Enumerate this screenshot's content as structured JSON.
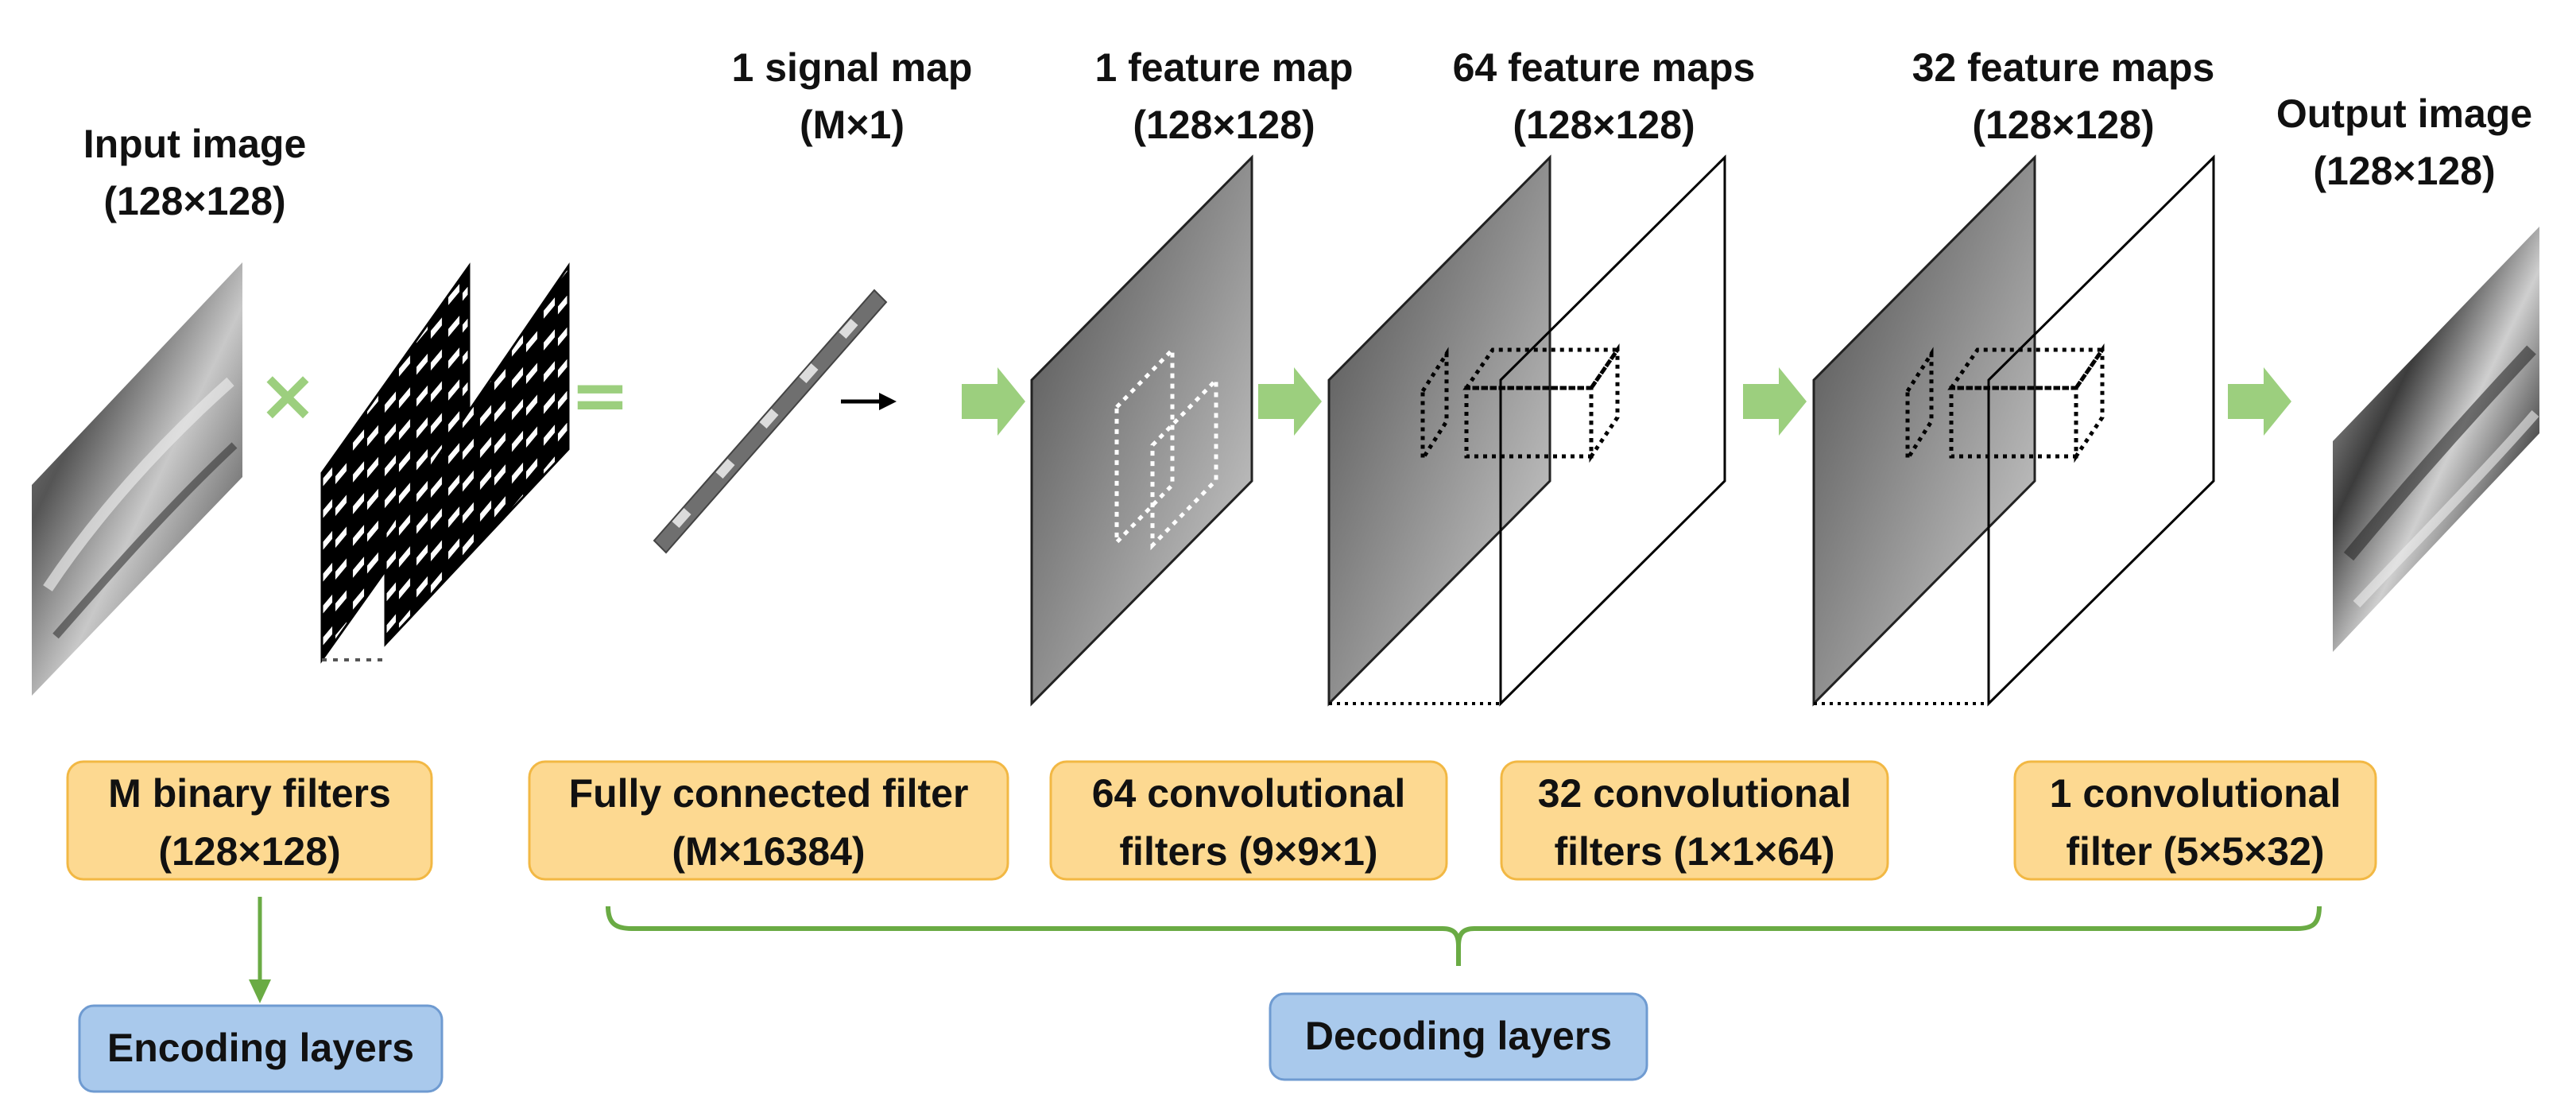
{
  "colors": {
    "filter_box_fill": "#fdd991",
    "filter_box_stroke": "#f2b844",
    "layer_box_fill": "#a9c9ec",
    "layer_box_stroke": "#6f9bd1",
    "flow_arrow": "#9ccf7e",
    "green_line": "#6aab44",
    "plane_dark": "#555555",
    "plane_light": "#cfcfcf"
  },
  "top_labels": {
    "input_line1": "Input image",
    "input_line2": "(128×128)",
    "signal_line1": "1 signal map",
    "signal_line2": "(M×1)",
    "feat1_line1": "1 feature map",
    "feat1_line2": "(128×128)",
    "feat64_line1": "64 feature maps",
    "feat64_line2": "(128×128)",
    "feat32_line1": "32 feature maps",
    "feat32_line2": "(128×128)",
    "output_line1": "Output image",
    "output_line2": "(128×128)"
  },
  "operators": {
    "multiply": "×",
    "equals": "="
  },
  "filter_boxes": [
    {
      "line1": "M binary filters",
      "line2": "(128×128)"
    },
    {
      "line1": "Fully connected filter",
      "line2": "(M×16384)"
    },
    {
      "line1": "64 convolutional",
      "line2": "filters (9×9×1)"
    },
    {
      "line1": "32 convolutional",
      "line2": "filters (1×1×64)"
    },
    {
      "line1": "1 convolutional",
      "line2": "filter (5×5×32)"
    }
  ],
  "layer_boxes": {
    "encoding": "Encoding layers",
    "decoding": "Decoding layers"
  },
  "icons": {
    "flow_arrow": "block-arrow-right-icon",
    "small_arrow": "arrow-right-icon",
    "multiply": "multiply-icon",
    "equals": "equals-icon"
  }
}
